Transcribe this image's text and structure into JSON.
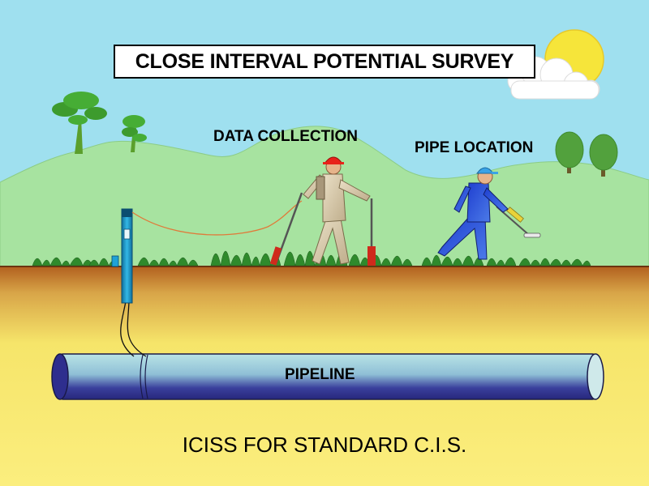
{
  "title": "CLOSE INTERVAL POTENTIAL SURVEY",
  "labels": {
    "data_collection": "DATA COLLECTION",
    "pipe_location": "PIPE LOCATION",
    "pipeline": "PIPELINE"
  },
  "caption": "ICISS FOR STANDARD C.I.S.",
  "colors": {
    "sky": "#9fe0ef",
    "hills": "#a7e3a0",
    "ground_top": "#a8581d",
    "soil": "#f6e56a",
    "pipe_top": "#a9dbe0",
    "pipe_bottom": "#2e2e8e",
    "sun": "#f6e53a",
    "test_post": "#1fa2d6",
    "surveyor_data": "#d8c9ab",
    "surveyor_locator": "#2f56d8",
    "hardhat": "#e8221a",
    "cap_locator": "#39a2e6"
  },
  "icons": [
    "sun-icon",
    "cloud-icon",
    "tree-icon",
    "grass-icon",
    "test-post-icon",
    "surveyor-icon",
    "pipe-locator-icon"
  ]
}
